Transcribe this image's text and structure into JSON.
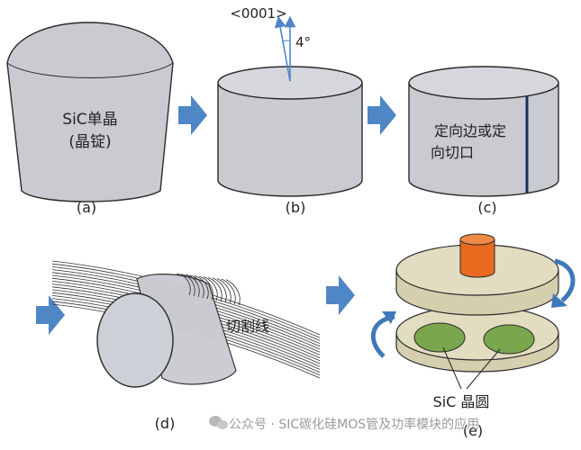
{
  "panels": {
    "a": {
      "caption": "(a)",
      "text_line1": "SiC单晶",
      "text_line2": "(晶锭)"
    },
    "b": {
      "caption": "(b)",
      "axis_label": "<0001>",
      "angle_label": "4°"
    },
    "c": {
      "caption": "(c)",
      "text_line1": "定向边或定",
      "text_line2": "向切口"
    },
    "d": {
      "caption": "(d)",
      "wire_label": "切割线"
    },
    "e": {
      "caption": "(e)",
      "wafer_label": "SiC 晶圆"
    }
  },
  "watermark": {
    "text": "公众号 · SIC碳化硅MOS管及功率模块的应用"
  },
  "colors": {
    "ingot_fill": "#c9cbd0",
    "ingot_top": "#d5d7dc",
    "ingot_stroke": "#2a2a2a",
    "arrow_blue": "#4f86c6",
    "notch_line": "#1c2f5a",
    "axis_arrow": "#4f86c6",
    "plate_fill": "#e2dcc0",
    "wafer_green": "#7aa64d",
    "rod_orange": "#e86a1f",
    "rotate_blue": "#3f78b8"
  }
}
